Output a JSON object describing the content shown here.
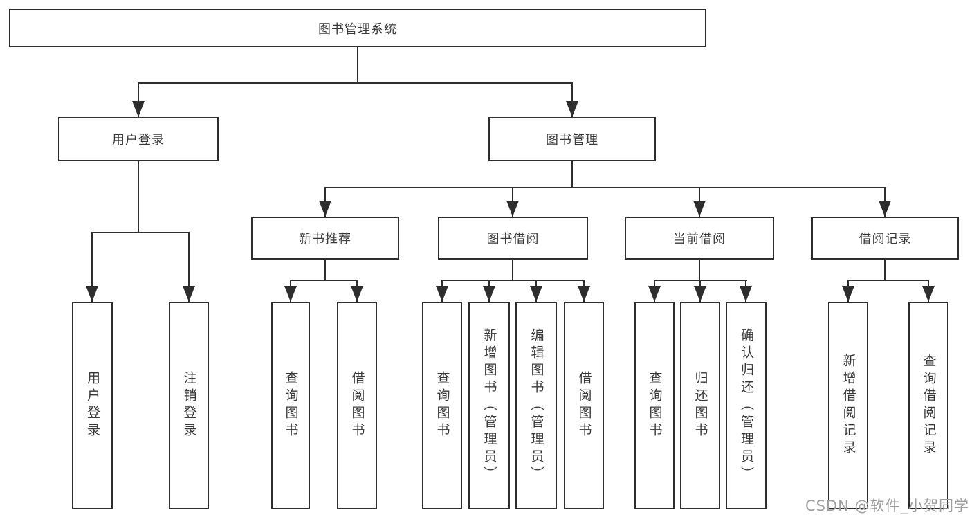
{
  "diagram": {
    "title_node": {
      "label": "图书管理系统"
    },
    "level2": [
      {
        "label": "用户登录"
      },
      {
        "label": "图书管理"
      }
    ],
    "level3": [
      {
        "label": "新书推荐"
      },
      {
        "label": "图书借阅"
      },
      {
        "label": "当前借阅"
      },
      {
        "label": "借阅记录"
      }
    ],
    "leaves": {
      "user_login": [
        "用户登录",
        "注销登录"
      ],
      "new_book": [
        "查询图书",
        "借阅图书"
      ],
      "book_borrow": [
        "查询图书",
        "新增图书（管理员）",
        "编辑图书（管理员）",
        "借阅图书"
      ],
      "current_borrow": [
        "查询图书",
        "归还图书",
        "确认归还（管理员）"
      ],
      "borrow_record": [
        "新增借阅记录",
        "查询借阅记录"
      ]
    }
  },
  "watermark": "CSDN @软件_小贺同学",
  "colors": {
    "line": "#2e2e2e",
    "box_border": "#2e2e2e",
    "text": "#3a3a3a",
    "background": "#ffffff",
    "watermark": "#9e9e9e"
  }
}
